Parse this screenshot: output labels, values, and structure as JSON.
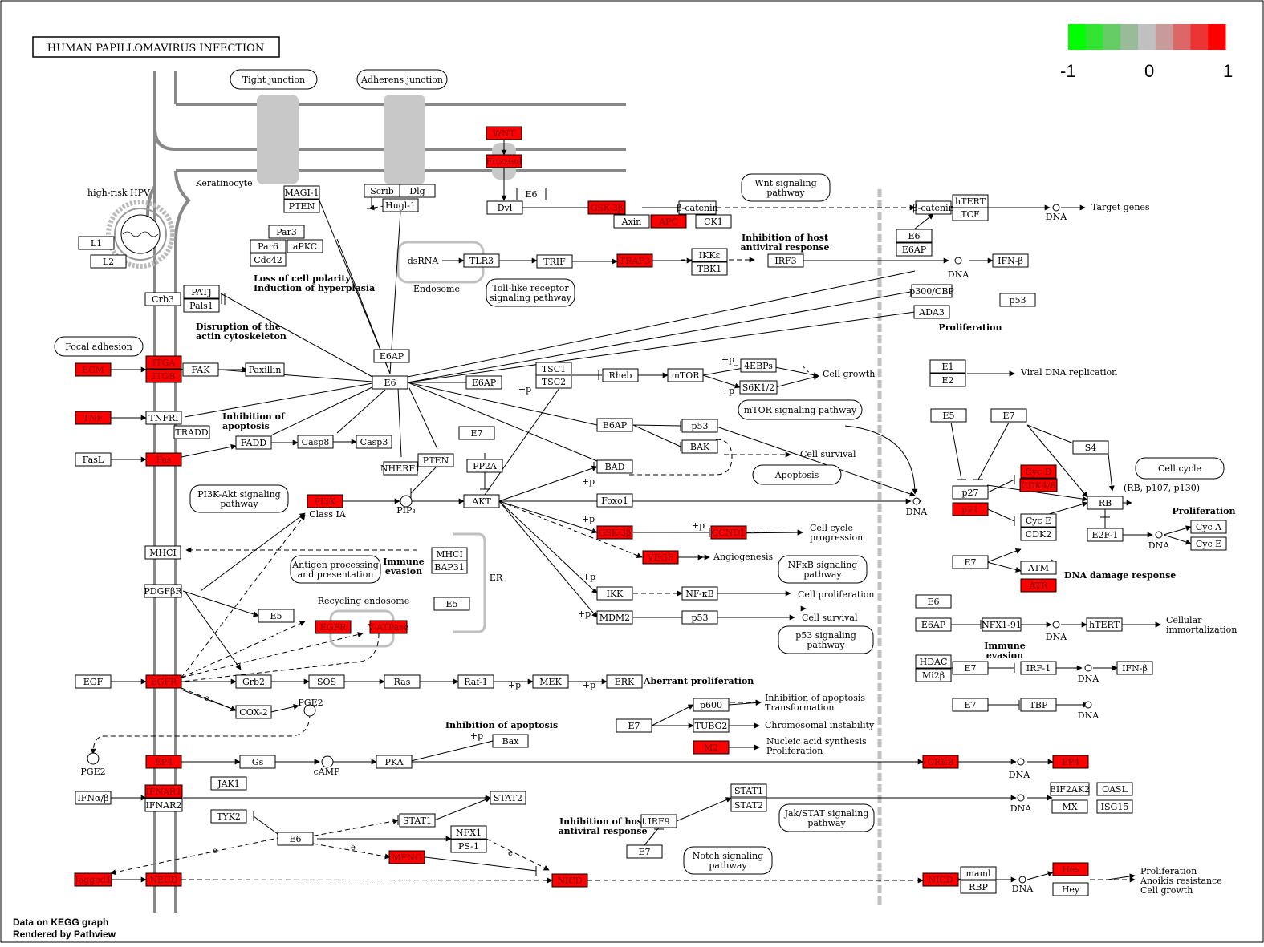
{
  "title": "HUMAN PAPILLOMAVIRUS INFECTION",
  "footer": {
    "line1": "Data on KEGG graph",
    "line2": "Rendered by Pathview"
  },
  "legend": {
    "min_label": "-1",
    "mid_label": "0",
    "max_label": "1",
    "colors": [
      "#00ff00",
      "#33e433",
      "#66cc66",
      "#99bb99",
      "#c0c0c0",
      "#c99a9a",
      "#dc6767",
      "#ec3434",
      "#ff0000"
    ]
  },
  "colors": {
    "up": "#ff0000",
    "neutral": "#ffffff",
    "membrane": "#888888",
    "compartment": "#c8c8c8"
  },
  "nodes": [
    {
      "id": "wnt",
      "label": "WNT",
      "fill": "red"
    },
    {
      "id": "frizzled",
      "label": "Frizzled",
      "fill": "red"
    },
    {
      "id": "dvl",
      "label": "Dvl"
    },
    {
      "id": "e6-wnt",
      "label": "E6"
    },
    {
      "id": "gsk3b-top",
      "label": "GSK-3β",
      "fill": "red"
    },
    {
      "id": "axin",
      "label": "Axin"
    },
    {
      "id": "apc",
      "label": "APC",
      "fill": "red"
    },
    {
      "id": "bcatenin-top",
      "label": "β-catenin"
    },
    {
      "id": "ck1",
      "label": "CK1"
    },
    {
      "id": "bcatenin-nuc",
      "label": "β-catenin"
    },
    {
      "id": "htert-top",
      "label": "hTERT"
    },
    {
      "id": "tcf",
      "label": "TCF"
    },
    {
      "id": "e6-htert",
      "label": "E6"
    },
    {
      "id": "e6ap-htert",
      "label": "E6AP"
    },
    {
      "id": "magi1",
      "label": "MAGI-1"
    },
    {
      "id": "pten-top",
      "label": "PTEN"
    },
    {
      "id": "scrib",
      "label": "Scrib"
    },
    {
      "id": "dlg",
      "label": "Dlg"
    },
    {
      "id": "hugl1",
      "label": "Hugl-1"
    },
    {
      "id": "par3",
      "label": "Par3"
    },
    {
      "id": "par6",
      "label": "Par6"
    },
    {
      "id": "apkc",
      "label": "aPKC"
    },
    {
      "id": "cdc42",
      "label": "Cdc42"
    },
    {
      "id": "l1",
      "label": "L1"
    },
    {
      "id": "l2",
      "label": "L2"
    },
    {
      "id": "tlr3",
      "label": "TLR3"
    },
    {
      "id": "trif",
      "label": "TRIF"
    },
    {
      "id": "traf3",
      "label": "TRAF3",
      "fill": "red"
    },
    {
      "id": "ikke",
      "label": "IKKε"
    },
    {
      "id": "tbk1",
      "label": "TBK1"
    },
    {
      "id": "irf3",
      "label": "IRF3"
    },
    {
      "id": "ifnb-top",
      "label": "IFN-β"
    },
    {
      "id": "crb3",
      "label": "Crb3"
    },
    {
      "id": "patj",
      "label": "PATJ"
    },
    {
      "id": "pals1",
      "label": "Pals1"
    },
    {
      "id": "p300cbp",
      "label": "p300/CBP"
    },
    {
      "id": "ada3",
      "label": "ADA3"
    },
    {
      "id": "p53-top",
      "label": "p53"
    },
    {
      "id": "ecm",
      "label": "ECM",
      "fill": "red"
    },
    {
      "id": "itga",
      "label": "ITGA",
      "fill": "red"
    },
    {
      "id": "itgb",
      "label": "ITGB",
      "fill": "red"
    },
    {
      "id": "fak",
      "label": "FAK"
    },
    {
      "id": "paxillin",
      "label": "Paxillin"
    },
    {
      "id": "e6ap-center",
      "label": "E6AP"
    },
    {
      "id": "e6-center",
      "label": "E6"
    },
    {
      "id": "e6ap-tsc",
      "label": "E6AP"
    },
    {
      "id": "tsc1",
      "label": "TSC1"
    },
    {
      "id": "tsc2",
      "label": "TSC2"
    },
    {
      "id": "rheb",
      "label": "Rheb"
    },
    {
      "id": "mtor",
      "label": "mTOR"
    },
    {
      "id": "4ebps",
      "label": "4EBPs"
    },
    {
      "id": "s6k12",
      "label": "S6K1/2"
    },
    {
      "id": "e1",
      "label": "E1"
    },
    {
      "id": "e2",
      "label": "E2"
    },
    {
      "id": "tnf",
      "label": "TNF",
      "fill": "red"
    },
    {
      "id": "tnfr1",
      "label": "TNFRI"
    },
    {
      "id": "tradd",
      "label": "TRADD"
    },
    {
      "id": "fadd",
      "label": "FADD"
    },
    {
      "id": "casp8",
      "label": "Casp8"
    },
    {
      "id": "casp3",
      "label": "Casp3"
    },
    {
      "id": "e6ap-p53",
      "label": "E6AP"
    },
    {
      "id": "p53-mid",
      "label": "p53"
    },
    {
      "id": "bak",
      "label": "BAK"
    },
    {
      "id": "e5-cc",
      "label": "E5"
    },
    {
      "id": "e7-cc",
      "label": "E7"
    },
    {
      "id": "s4",
      "label": "S4"
    },
    {
      "id": "fasl",
      "label": "FasL"
    },
    {
      "id": "fas",
      "label": "Fas",
      "fill": "red"
    },
    {
      "id": "nherf1",
      "label": "NHERF1"
    },
    {
      "id": "pten-mid",
      "label": "PTEN"
    },
    {
      "id": "e7-pp2a",
      "label": "E7"
    },
    {
      "id": "pp2a",
      "label": "PP2A"
    },
    {
      "id": "bad",
      "label": "BAD"
    },
    {
      "id": "p27",
      "label": "p27"
    },
    {
      "id": "p21",
      "label": "p21",
      "fill": "red"
    },
    {
      "id": "cycd",
      "label": "Cyc D",
      "fill": "red"
    },
    {
      "id": "cdk46",
      "label": "CDK4/6",
      "fill": "red"
    },
    {
      "id": "cyce",
      "label": "Cyc E"
    },
    {
      "id": "cdk2",
      "label": "CDK2"
    },
    {
      "id": "rb",
      "label": "RB"
    },
    {
      "id": "e2f1",
      "label": "E2F-1"
    },
    {
      "id": "cyca",
      "label": "Cyc A"
    },
    {
      "id": "cyce2",
      "label": "Cyc E"
    },
    {
      "id": "pi3k",
      "label": "PI3K",
      "fill": "red"
    },
    {
      "id": "akt",
      "label": "AKT"
    },
    {
      "id": "foxo1",
      "label": "Foxo1"
    },
    {
      "id": "gsk3b-mid",
      "label": "GSK-3β",
      "fill": "red"
    },
    {
      "id": "ccnd1",
      "label": "CCND1",
      "fill": "red"
    },
    {
      "id": "vegf",
      "label": "VEGF",
      "fill": "red"
    },
    {
      "id": "e7-atm",
      "label": "E7"
    },
    {
      "id": "atm",
      "label": "ATM"
    },
    {
      "id": "atr",
      "label": "ATR",
      "fill": "red"
    },
    {
      "id": "mhci",
      "label": "MHCI"
    },
    {
      "id": "mhci-er",
      "label": "MHCI"
    },
    {
      "id": "bap31",
      "label": "BAP31"
    },
    {
      "id": "ikk",
      "label": "IKK"
    },
    {
      "id": "nfkb",
      "label": "NF-κB"
    },
    {
      "id": "pdgfbr",
      "label": "PDGFβR"
    },
    {
      "id": "e5-left",
      "label": "E5"
    },
    {
      "id": "e5-er",
      "label": "E5"
    },
    {
      "id": "mdm2",
      "label": "MDM2"
    },
    {
      "id": "p53-low",
      "label": "p53"
    },
    {
      "id": "e6-nfx",
      "label": "E6"
    },
    {
      "id": "e6ap-nfx",
      "label": "E6AP"
    },
    {
      "id": "nfx191",
      "label": "NFX1-91"
    },
    {
      "id": "htert-mid",
      "label": "hTERT"
    },
    {
      "id": "egfr-endo",
      "label": "EGFR",
      "fill": "red"
    },
    {
      "id": "vatpase",
      "label": "V-ATPase",
      "fill": "red"
    },
    {
      "id": "hdac",
      "label": "HDAC"
    },
    {
      "id": "mi2b",
      "label": "Mi2β"
    },
    {
      "id": "e7-irf1",
      "label": "E7"
    },
    {
      "id": "irf1",
      "label": "IRF-1"
    },
    {
      "id": "ifnb-mid",
      "label": "IFN-β"
    },
    {
      "id": "egf",
      "label": "EGF"
    },
    {
      "id": "egfr",
      "label": "EGFR",
      "fill": "red"
    },
    {
      "id": "grb2",
      "label": "Grb2"
    },
    {
      "id": "sos",
      "label": "SOS"
    },
    {
      "id": "ras",
      "label": "Ras"
    },
    {
      "id": "raf1",
      "label": "Raf-1"
    },
    {
      "id": "mek",
      "label": "MEK"
    },
    {
      "id": "erk",
      "label": "ERK"
    },
    {
      "id": "cox2",
      "label": "COX-2"
    },
    {
      "id": "e7-p600",
      "label": "E7"
    },
    {
      "id": "p600",
      "label": "p600"
    },
    {
      "id": "tubg2",
      "label": "TUBG2"
    },
    {
      "id": "m2",
      "label": "M2",
      "fill": "red"
    },
    {
      "id": "e7-tbp",
      "label": "E7"
    },
    {
      "id": "tbp",
      "label": "TBP"
    },
    {
      "id": "bax",
      "label": "Bax"
    },
    {
      "id": "ep4-left",
      "label": "EP4",
      "fill": "red"
    },
    {
      "id": "gs",
      "label": "Gs"
    },
    {
      "id": "pka",
      "label": "PKA"
    },
    {
      "id": "creb",
      "label": "CREB",
      "fill": "red"
    },
    {
      "id": "ep4-right",
      "label": "EP4",
      "fill": "red"
    },
    {
      "id": "ifnab",
      "label": "IFNα/β"
    },
    {
      "id": "ifnar1",
      "label": "IFNAR1",
      "fill": "red"
    },
    {
      "id": "ifnar2",
      "label": "IFNAR2"
    },
    {
      "id": "jak1",
      "label": "JAK1"
    },
    {
      "id": "tyk2",
      "label": "TYK2"
    },
    {
      "id": "stat2-mid",
      "label": "STAT2"
    },
    {
      "id": "stat1-mid",
      "label": "STAT1"
    },
    {
      "id": "stat1",
      "label": "STAT1"
    },
    {
      "id": "stat2",
      "label": "STAT2"
    },
    {
      "id": "eif2ak2",
      "label": "EIF2AK2"
    },
    {
      "id": "oasl",
      "label": "OASL"
    },
    {
      "id": "mx",
      "label": "MX"
    },
    {
      "id": "isg15",
      "label": "ISG15"
    },
    {
      "id": "irf9",
      "label": "IRF9"
    },
    {
      "id": "e7-irf9",
      "label": "E7"
    },
    {
      "id": "e6-low",
      "label": "E6"
    },
    {
      "id": "nfx1",
      "label": "NFX1"
    },
    {
      "id": "ps1",
      "label": "PS-1"
    },
    {
      "id": "mfng",
      "label": "MFNG",
      "fill": "red"
    },
    {
      "id": "jagged1",
      "label": "Jagged1",
      "fill": "red"
    },
    {
      "id": "necd",
      "label": "NECD",
      "fill": "red"
    },
    {
      "id": "nicd-mid",
      "label": "NICD",
      "fill": "red"
    },
    {
      "id": "nicd-right",
      "label": "NICD",
      "fill": "red"
    },
    {
      "id": "maml",
      "label": "maml"
    },
    {
      "id": "rbp",
      "label": "RBP"
    },
    {
      "id": "hes",
      "label": "Hes",
      "fill": "red"
    },
    {
      "id": "hey",
      "label": "Hey"
    }
  ],
  "pathways": [
    {
      "id": "tight-junction",
      "label": "Tight junction"
    },
    {
      "id": "adherens-junction",
      "label": "Adherens junction"
    },
    {
      "id": "wnt-pathway",
      "label": [
        "Wnt signaling",
        "pathway"
      ]
    },
    {
      "id": "toll-pathway",
      "label": [
        "Toll-like receptor",
        "signaling pathway"
      ]
    },
    {
      "id": "focal-adhesion",
      "label": "Focal adhesion"
    },
    {
      "id": "mtor-pathway",
      "label": "mTOR signaling pathway"
    },
    {
      "id": "apoptosis",
      "label": "Apoptosis"
    },
    {
      "id": "cell-cycle",
      "label": "Cell cycle"
    },
    {
      "id": "pi3k-pathway",
      "label": [
        "PI3K-Akt signaling",
        "pathway"
      ]
    },
    {
      "id": "antigen",
      "label": [
        "Antigen processing",
        "and presentation"
      ]
    },
    {
      "id": "nfkb-pathway",
      "label": [
        "NFκB signaling",
        "pathway"
      ]
    },
    {
      "id": "p53-pathway",
      "label": [
        "p53 signaling",
        "pathway"
      ]
    },
    {
      "id": "jakstat-pathway",
      "label": [
        "Jak/STAT signaling",
        "pathway"
      ]
    },
    {
      "id": "notch-pathway",
      "label": [
        "Notch signaling",
        "pathway"
      ]
    }
  ],
  "texts": [
    {
      "id": "keratinocyte",
      "text": "Keratinocyte"
    },
    {
      "id": "high-risk-hpv",
      "text": "high-risk HPV"
    },
    {
      "id": "endosome",
      "text": "Endosome"
    },
    {
      "id": "dsrna",
      "text": "dsRNA"
    },
    {
      "id": "target-genes",
      "text": "Target genes"
    },
    {
      "id": "cell-growth",
      "text": "Cell growth"
    },
    {
      "id": "viral-dna-replication",
      "text": "Viral DNA replication"
    },
    {
      "id": "cell-survival-1",
      "text": "Cell survival"
    },
    {
      "id": "rb-list",
      "text": "(RB, p107, p130)"
    },
    {
      "id": "class-ia",
      "text": "Class IA"
    },
    {
      "id": "pip3",
      "text": "PIP₃"
    },
    {
      "id": "cell-cycle-progression",
      "text": [
        "Cell cycle",
        "progression"
      ]
    },
    {
      "id": "angiogenesis",
      "text": "Angiogenesis"
    },
    {
      "id": "cell-proliferation",
      "text": "Cell proliferation"
    },
    {
      "id": "cell-survival-2",
      "text": "Cell survival"
    },
    {
      "id": "cellular-immortalization",
      "text": [
        "Cellular",
        "immortalization"
      ]
    },
    {
      "id": "recycling-endosome",
      "text": "Recycling endosome"
    },
    {
      "id": "er",
      "text": "ER"
    },
    {
      "id": "inhibition-apoptosis-transformation",
      "text": [
        "Inhibition of apoptosis",
        "Transformation"
      ]
    },
    {
      "id": "chromosomal-instability",
      "text": "Chromosomal instability"
    },
    {
      "id": "nucleic-acid",
      "text": [
        "Nucleic acid synthesis",
        "Proliferation"
      ]
    },
    {
      "id": "pge2-top",
      "text": "PGE2"
    },
    {
      "id": "pge2-bottom",
      "text": "PGE2"
    },
    {
      "id": "camp",
      "text": "cAMP"
    },
    {
      "id": "proliferation-bottom",
      "text": [
        "Proliferation",
        "Anoikis resistance",
        "Cell growth"
      ]
    }
  ],
  "bold_labels": [
    {
      "id": "inhibition-host-top",
      "text": [
        "Inhibition of host",
        "antiviral response"
      ]
    },
    {
      "id": "loss-of-polarity",
      "text": [
        "Loss of cell polarity",
        "Induction of hyperplasia"
      ]
    },
    {
      "id": "proliferation-top",
      "text": "Proliferation"
    },
    {
      "id": "disruption-actin",
      "text": [
        "Disruption of the",
        "actin cytoskeleton"
      ]
    },
    {
      "id": "inhibition-apoptosis-left",
      "text": [
        "Inhibition of",
        "apoptosis"
      ]
    },
    {
      "id": "proliferation-right",
      "text": "Proliferation"
    },
    {
      "id": "immune-evasion-mid",
      "text": [
        "Immune",
        "evasion"
      ]
    },
    {
      "id": "dna-damage",
      "text": "DNA damage response"
    },
    {
      "id": "immune-evasion-right",
      "text": [
        "Immune",
        "evasion"
      ]
    },
    {
      "id": "aberrant-proliferation",
      "text": "Aberrant proliferation"
    },
    {
      "id": "inhibition-apoptosis-bax",
      "text": "Inhibition of apoptosis"
    },
    {
      "id": "inhibition-host-bottom",
      "text": [
        "Inhibition of host",
        "antiviral response"
      ]
    }
  ],
  "small_labels": {
    "dna": "DNA",
    "phos": "+p",
    "expr": "e"
  }
}
